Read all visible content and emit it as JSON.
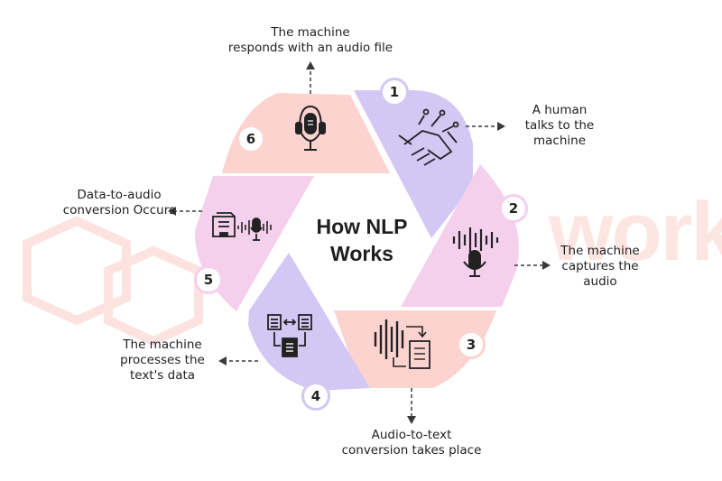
{
  "center": {
    "line1": "How NLP",
    "line2": "Works"
  },
  "watermark": "work",
  "colors": {
    "lavender": "#d3c8f4",
    "pink": "#f5d0ec",
    "salmon": "#fcd3cf",
    "arrow": "#3a3a3a"
  },
  "steps": [
    {
      "number": "1",
      "icon": "handshake-circuit-icon",
      "lines": [
        "A human",
        "talks to the",
        "machine"
      ]
    },
    {
      "number": "2",
      "icon": "microphone-waveform-icon",
      "lines": [
        "The machine",
        "captures the",
        "audio"
      ]
    },
    {
      "number": "3",
      "icon": "waveform-to-document-icon",
      "lines": [
        "Audio-to-text",
        "conversion takes place"
      ]
    },
    {
      "number": "4",
      "icon": "document-processing-icon",
      "lines": [
        "The machine",
        "processes the",
        "text's data"
      ]
    },
    {
      "number": "5",
      "icon": "folder-to-audio-icon",
      "lines": [
        "Data-to-audio",
        "conversion Occurs"
      ]
    },
    {
      "number": "6",
      "icon": "headphone-microphone-icon",
      "lines": [
        "The machine",
        "responds with an audio file"
      ]
    }
  ]
}
